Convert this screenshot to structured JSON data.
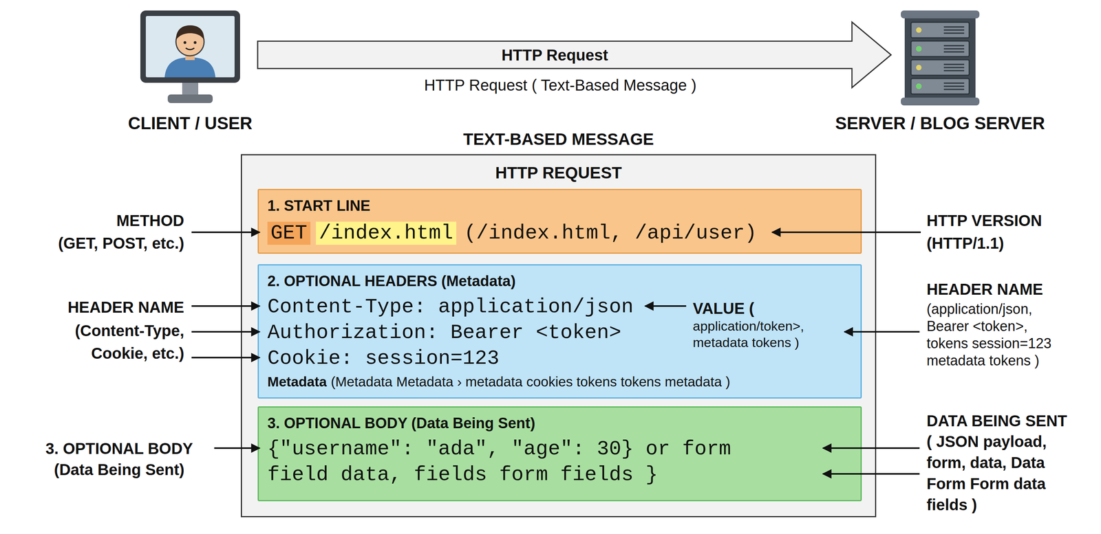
{
  "diagram": {
    "nodes": [
      {
        "text": [
          "CLIENT / USER"
        ]
      },
      {
        "text": [
          "SERVER / BLOG SERVER"
        ]
      },
      {
        "text": [
          "TEXT-BASED MESSAGE",
          "HTTP REQUEST"
        ]
      },
      {
        "text": [
          "1. START LINE",
          "GET",
          "/index.html",
          "(/index.html, /api/user)"
        ],
        "in": 2
      },
      {
        "text": [
          "2. OPTIONAL HEADERS (Metadata)",
          "Content-Type: application/json",
          "Authorization: Bearer <token>",
          "Cookie: session=123",
          "VALUE (",
          "application/token>, metadata tokens )",
          "Metadata",
          "(Metadata Metadata › metadata cookies tokens tokens metadata )"
        ],
        "in": 2
      },
      {
        "text": [
          "3. OPTIONAL BODY (Data Being Sent)",
          "{\"username\": \"ada\", \"age\": 30} or form field data, fields form fields }"
        ],
        "in": 2
      }
    ],
    "edges": [
      {
        "from": 0,
        "to": 1,
        "arrow": "to",
        "label": "HTTP Request"
      }
    ],
    "labels": [
      "HTTP Request ( Text-Based Message )",
      "METHOD",
      "(GET, POST, etc.)",
      "HTTP VERSION",
      "(HTTP/1.1)",
      "HEADER NAME",
      "(Content-Type, Cookie, etc.)",
      "HEADER NAME",
      "(application/json, Bearer <token>, tokens session=123 metadata tokens )",
      "3. OPTIONAL BODY",
      "(Data Being Sent)",
      "DATA BEING SENT",
      "( JSON payload, form, data, Data Form Form data fields )"
    ]
  }
}
